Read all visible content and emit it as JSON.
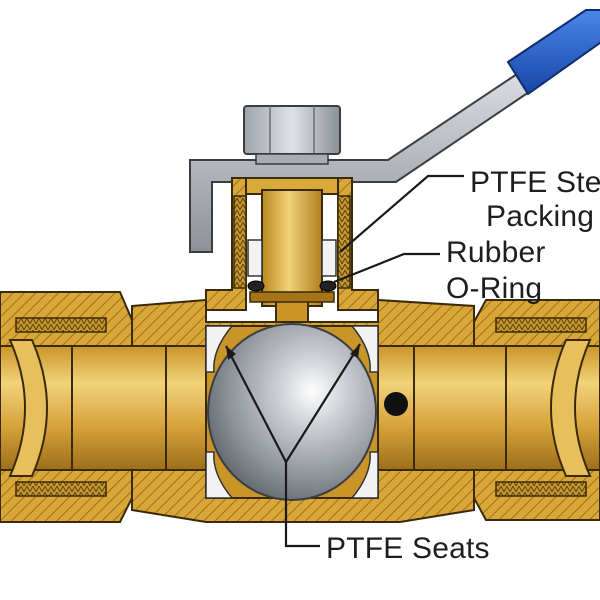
{
  "labels": {
    "stem_packing_line1": "PTFE Stem",
    "stem_packing_line2": "Packing",
    "oring_line1": "Rubber",
    "oring_line2": "O-Ring",
    "seats": "PTFE Seats"
  },
  "colors": {
    "brass": "#d9a93a",
    "brass_dark": "#a47417",
    "handle_grip": "#1f5fc9",
    "handle_metal": "#b9bcc2",
    "ball": "#a9adb3",
    "ptfe": "#f2f2f2"
  }
}
